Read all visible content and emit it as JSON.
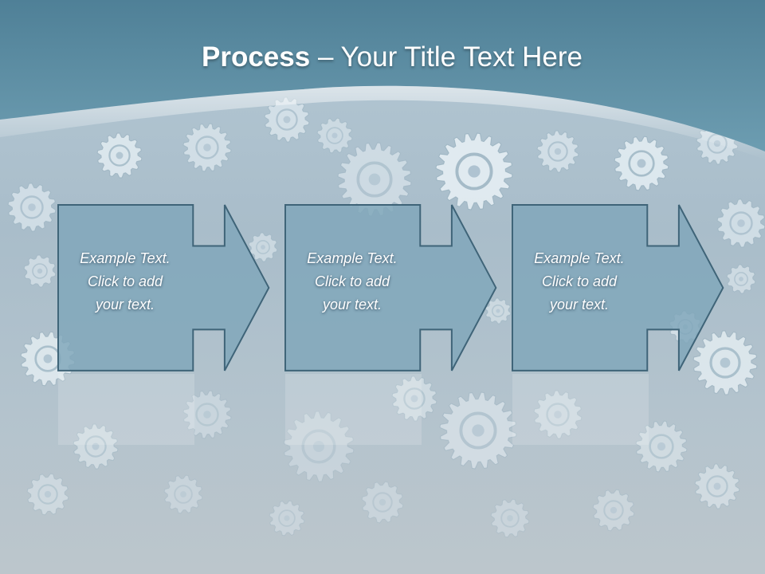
{
  "title": {
    "bold": "Process",
    "rest": " – Your Title Text Here"
  },
  "steps": [
    {
      "text": "Example Text.\nClick  to add\nyour text."
    },
    {
      "text": "Example Text.\nClick  to add\nyour text."
    },
    {
      "text": "Example Text.\nClick  to add\nyour text."
    }
  ],
  "colors": {
    "header": "#5a8aa0",
    "box_fill": "#7fa6ba",
    "box_border": "#3f6478",
    "background": "#b4c6d0"
  }
}
